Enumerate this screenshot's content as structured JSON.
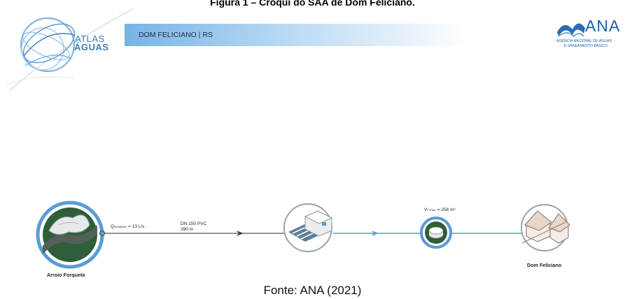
{
  "figure": {
    "title": "Figura 1 – Croqui do SAA de Dom Feliciano.",
    "source": "Fonte: ANA (2021)"
  },
  "header": {
    "location": "DOM FELICIANO | RS",
    "atlas_logo": {
      "line1": "ATLAS",
      "line2": "ÁGUAS"
    },
    "ana_logo": {
      "name": "ANA",
      "subtitle_line1": "AGÊNCIA NACIONAL DE ÁGUAS",
      "subtitle_line2": "E SANEAMENTO BÁSICO"
    }
  },
  "diagram": {
    "source_node": {
      "name": "Arroio Forqueta",
      "icon": "river-intake-icon",
      "ring_color": "#5b9bd5",
      "fill_color": "#2e5e3a"
    },
    "intake_flow": {
      "prefix": "Q",
      "subscript": "NOMINAL",
      "value": "= 13 L/s"
    },
    "pipeline": {
      "line1": "DN 150 PVC",
      "line2": "390 m"
    },
    "treatment_node": {
      "icon": "water-treatment-plant-icon"
    },
    "reservoir_node": {
      "prefix": "V",
      "subscript": "TOTAL",
      "value": "= 256 m³",
      "icon": "reservoir-tank-icon"
    },
    "destination_node": {
      "name": "Dom Feliciano",
      "icon": "city-houses-icon"
    },
    "colors": {
      "raw_water": "#555555",
      "treated_water": "#5b9bd5",
      "node_ring": "#5b9bd5"
    }
  }
}
